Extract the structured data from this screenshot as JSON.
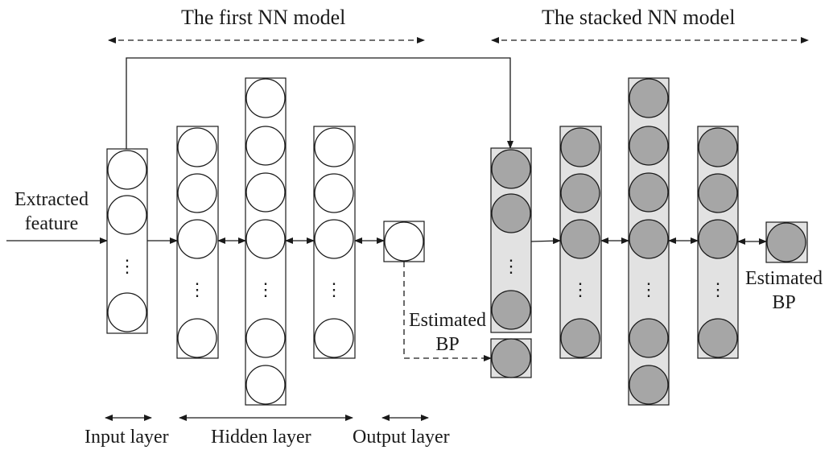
{
  "titles": {
    "first_model": "The first NN model",
    "stacked_model": "The stacked NN model"
  },
  "labels": {
    "input_feature_line1": "Extracted",
    "input_feature_line2": "feature",
    "estimated_bp_mid_line1": "Estimated",
    "estimated_bp_mid_line2": "BP",
    "estimated_bp_right_line1": "Estimated",
    "estimated_bp_right_line2": "BP",
    "input_layer": "Input layer",
    "hidden_layer": "Hidden layer",
    "output_layer": "Output layer"
  },
  "ellipsis_glyph": "⋮",
  "colors": {
    "stroke": "#1a1a1a",
    "first_model_node_fill": "#ffffff",
    "stacked_model_node_fill": "#a6a6a6",
    "stacked_model_box_fill": "#e2e2e2"
  },
  "models": [
    {
      "name": "first",
      "layers": [
        {
          "role": "input",
          "nodes": 3,
          "has_ellipsis": true
        },
        {
          "role": "hidden",
          "nodes": 4,
          "has_ellipsis": true
        },
        {
          "role": "hidden",
          "nodes": 6,
          "has_ellipsis": true
        },
        {
          "role": "hidden",
          "nodes": 4,
          "has_ellipsis": true
        },
        {
          "role": "output",
          "nodes": 1,
          "has_ellipsis": false
        }
      ]
    },
    {
      "name": "stacked",
      "layers": [
        {
          "role": "input",
          "nodes": 3,
          "has_ellipsis": true,
          "extra_node": "estimated BP"
        },
        {
          "role": "hidden",
          "nodes": 4,
          "has_ellipsis": true
        },
        {
          "role": "hidden",
          "nodes": 6,
          "has_ellipsis": true
        },
        {
          "role": "hidden",
          "nodes": 4,
          "has_ellipsis": true
        },
        {
          "role": "output",
          "nodes": 1,
          "has_ellipsis": false
        }
      ]
    }
  ]
}
